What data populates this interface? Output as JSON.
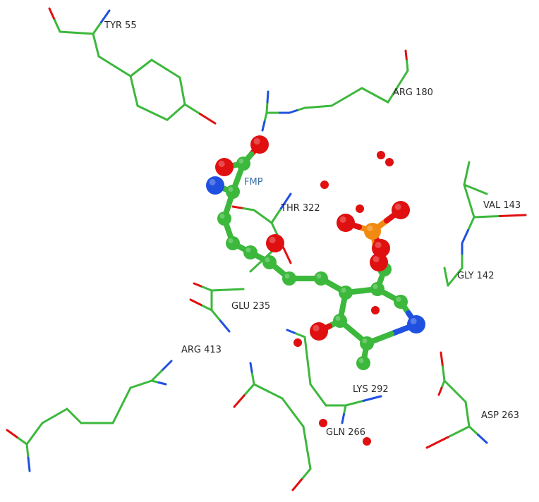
{
  "ligand": {
    "name": "FMP"
  },
  "residues": [
    {
      "id": "tyr55",
      "label": "TYR 55"
    },
    {
      "id": "arg180",
      "label": "ARG 180"
    },
    {
      "id": "val143",
      "label": "VAL 143"
    },
    {
      "id": "gly142",
      "label": "GLY 142"
    },
    {
      "id": "thr322",
      "label": "THR 322"
    },
    {
      "id": "glu235",
      "label": "GLU 235"
    },
    {
      "id": "arg413",
      "label": "ARG 413"
    },
    {
      "id": "lys292",
      "label": "LYS 292"
    },
    {
      "id": "gln266",
      "label": "GLN 266"
    },
    {
      "id": "asp263",
      "label": "ASP 263"
    }
  ],
  "colors": {
    "carbon": "#3cb83c",
    "oxygen": "#e01010",
    "nitrogen": "#2050e0",
    "phosphorus": "#f08a10",
    "label": "#2a2a2a",
    "ligand_label": "#3b6fa3"
  }
}
